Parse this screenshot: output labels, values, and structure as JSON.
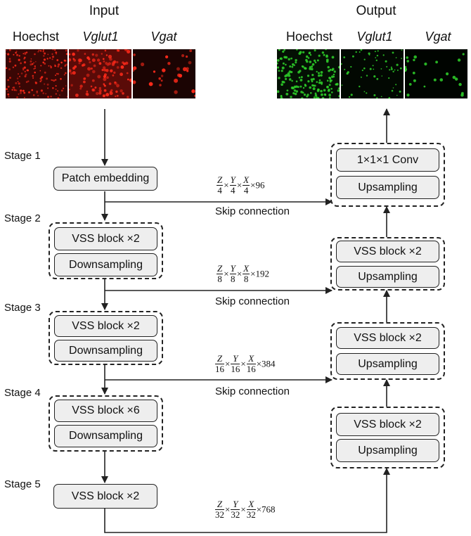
{
  "input": {
    "title": "Input",
    "channels": [
      {
        "label": "Hoechst",
        "italic": false
      },
      {
        "label": "Vglut1",
        "italic": true
      },
      {
        "label": "Vgat",
        "italic": true
      }
    ]
  },
  "output": {
    "title": "Output",
    "channels": [
      {
        "label": "Hoechst",
        "italic": false
      },
      {
        "label": "Vglut1",
        "italic": true
      },
      {
        "label": "Vgat",
        "italic": true
      }
    ]
  },
  "colors": {
    "input_cells": "#ff2a1a",
    "output_cells": "#2fd22a"
  },
  "stages": [
    "Stage 1",
    "Stage 2",
    "Stage 3",
    "Stage 4",
    "Stage 5"
  ],
  "encoder": {
    "patch_embedding": "Patch embedding",
    "stage2": {
      "block": "VSS block ×2",
      "down": "Downsampling"
    },
    "stage3": {
      "block": "VSS block ×2",
      "down": "Downsampling"
    },
    "stage4": {
      "block": "VSS block ×6",
      "down": "Downsampling"
    },
    "stage5": {
      "block": "VSS block ×2"
    }
  },
  "decoder": {
    "top": {
      "conv": "1×1×1 Conv",
      "up": "Upsampling"
    },
    "d2": {
      "block": "VSS block ×2",
      "up": "Upsampling"
    },
    "d3": {
      "block": "VSS block ×2",
      "up": "Upsampling"
    },
    "d4": {
      "block": "VSS block ×2",
      "up": "Upsampling"
    }
  },
  "skips": [
    {
      "label": "Skip connection",
      "denom": "4",
      "channels": "96"
    },
    {
      "label": "Skip connection",
      "denom": "8",
      "channels": "192"
    },
    {
      "label": "Skip connection",
      "denom": "16",
      "channels": "384"
    },
    {
      "label": "",
      "denom": "32",
      "channels": "768"
    }
  ],
  "math_symbols": {
    "z": "Z",
    "y": "Y",
    "x": "X",
    "times": "×"
  }
}
